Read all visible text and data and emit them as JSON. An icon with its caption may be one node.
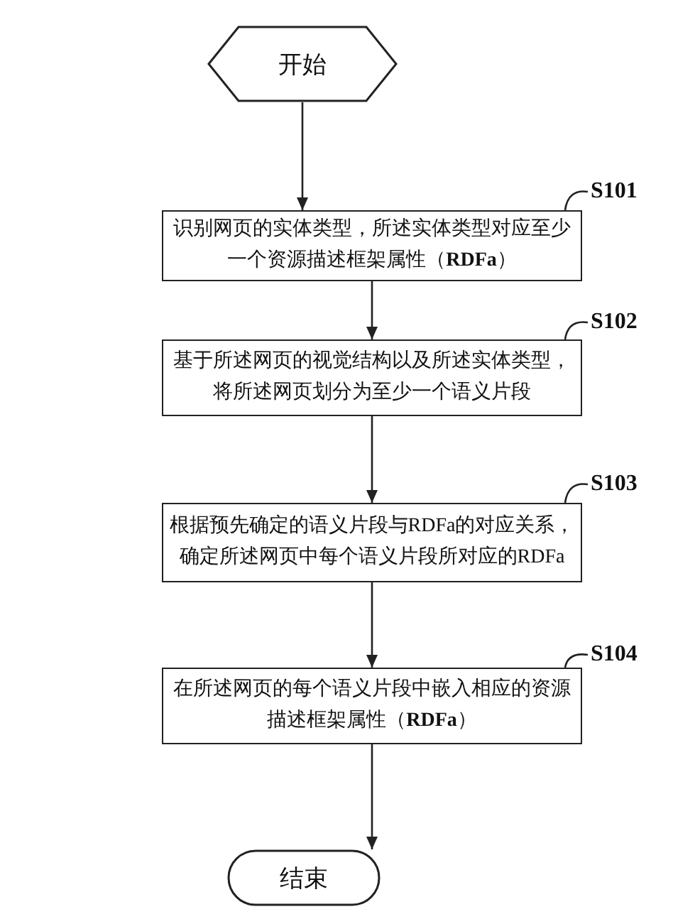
{
  "diagram": {
    "nodes": [
      {
        "text": [
          "开始"
        ]
      },
      {
        "text": [
          "S101"
        ]
      },
      {
        "text": [
          "识别网页的实体类型，所述实体类型对应至少一个资源描述框架属性（**RDFa**）"
        ]
      },
      {
        "text": [
          "S102"
        ]
      },
      {
        "text": [
          "基于所述网页的视觉结构以及所述实体类型，将所述网页划分为至少一个语义片段"
        ]
      },
      {
        "text": [
          "S103"
        ]
      },
      {
        "text": [
          "根据预先确定的语义片段与RDFa的对应关系，确定所述网页中每个语义片段所对应的RDFa"
        ]
      },
      {
        "text": [
          "S104"
        ]
      },
      {
        "text": [
          "在所述网页的每个语义片段中嵌入相应的资源描述框架属性（**RDFa**）"
        ]
      },
      {
        "text": [
          "结束"
        ]
      }
    ],
    "edges": [
      {
        "from": 0,
        "to": 2,
        "arrow": "to"
      },
      {
        "from": 1,
        "to": 2,
        "arrow": "none"
      },
      {
        "from": 2,
        "to": 4,
        "arrow": "to"
      },
      {
        "from": 3,
        "to": 4,
        "arrow": "none"
      },
      {
        "from": 4,
        "to": 6,
        "arrow": "to"
      },
      {
        "from": 5,
        "to": 6,
        "arrow": "none"
      },
      {
        "from": 6,
        "to": 8,
        "arrow": "to"
      },
      {
        "from": 7,
        "to": 8,
        "arrow": "none"
      },
      {
        "from": 8,
        "to": 9,
        "arrow": "to"
      }
    ]
  }
}
